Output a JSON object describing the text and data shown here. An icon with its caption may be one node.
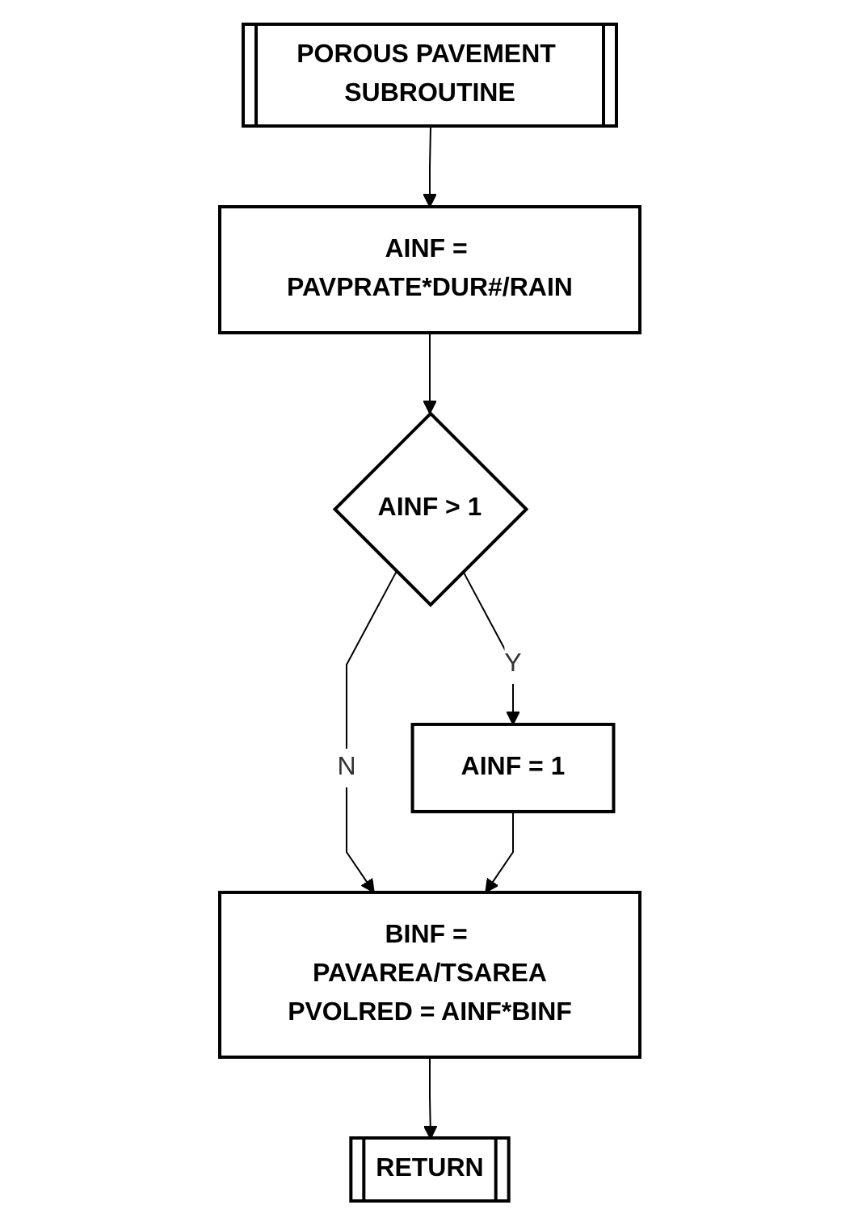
{
  "diagram": {
    "nodes": [
      {
        "text": [
          "POROUS PAVEMENT SUBROUTINE"
        ]
      },
      {
        "text": [
          "AINF = PAVPRATE*DUR#/RAIN"
        ]
      },
      {
        "text": [
          "AINF > 1"
        ]
      },
      {
        "text": [
          "AINF = 1"
        ]
      },
      {
        "text": [
          "BINF = PAVAREA/TSAREA",
          "PVOLRED = AINF*BINF"
        ]
      },
      {
        "text": [
          "RETURN"
        ]
      }
    ],
    "edges": [
      {
        "from": 0,
        "to": 1,
        "arrow": "to"
      },
      {
        "from": 1,
        "to": 2,
        "arrow": "to"
      },
      {
        "from": 2,
        "to": 3,
        "label": "Y",
        "arrow": "to"
      },
      {
        "from": 2,
        "to": 4,
        "label": "N",
        "arrow": "to"
      },
      {
        "from": 3,
        "to": 4,
        "arrow": "to"
      },
      {
        "from": 4,
        "to": 5,
        "arrow": "to"
      }
    ]
  }
}
